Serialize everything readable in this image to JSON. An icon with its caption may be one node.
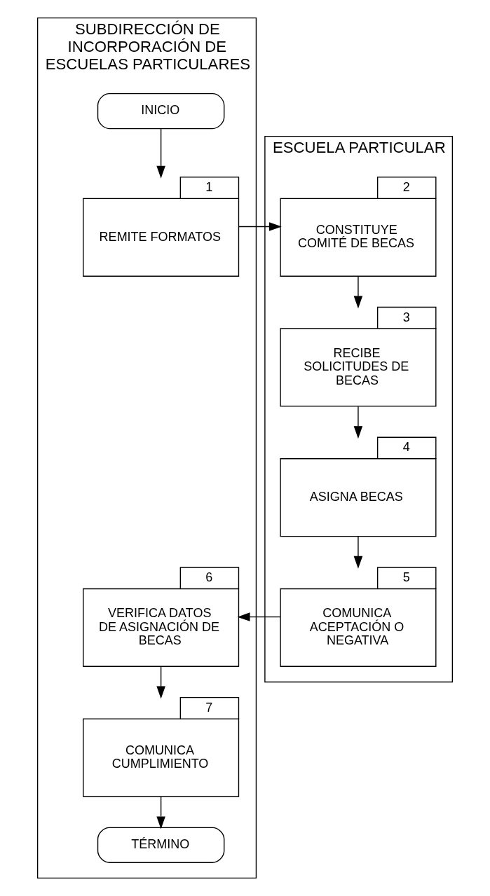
{
  "diagram": {
    "nodes": [
      {
        "text": [
          "SUBDIRECCIÓN DE INCORPORACIÓN DE ESCUELAS PARTICULARES"
        ]
      },
      {
        "text": [
          "ESCUELA PARTICULAR"
        ]
      },
      {
        "text": [
          "INICIO"
        ],
        "in": 0
      },
      {
        "text": [
          "REMITE FORMATOS"
        ],
        "in": 0,
        "beside": [
          "1"
        ]
      },
      {
        "text": [
          "CONSTITUYE COMITÉ DE BECAS"
        ],
        "in": 1,
        "beside": [
          "2"
        ]
      },
      {
        "text": [
          "RECIBE SOLICITUDES DE BECAS"
        ],
        "in": 1,
        "beside": [
          "3"
        ]
      },
      {
        "text": [
          "ASIGNA BECAS"
        ],
        "in": 1,
        "beside": [
          "4"
        ]
      },
      {
        "text": [
          "COMUNICA ACEPTACIÓN O NEGATIVA"
        ],
        "in": 1,
        "beside": [
          "5"
        ]
      },
      {
        "text": [
          "VERIFICA DATOS DE ASIGNACIÓN DE BECAS"
        ],
        "in": 0,
        "beside": [
          "6"
        ]
      },
      {
        "text": [
          "COMUNICA CUMPLIMIENTO"
        ],
        "in": 0,
        "beside": [
          "7"
        ]
      },
      {
        "text": [
          "TÉRMINO"
        ],
        "in": 0
      }
    ],
    "edges": [
      {
        "from": 2,
        "to": 3,
        "arrow": "to"
      },
      {
        "from": 3,
        "to": 4,
        "arrow": "to"
      },
      {
        "from": 4,
        "to": 5,
        "arrow": "to"
      },
      {
        "from": 5,
        "to": 6,
        "arrow": "to"
      },
      {
        "from": 6,
        "to": 7,
        "arrow": "to"
      },
      {
        "from": 7,
        "to": 8,
        "arrow": "to"
      },
      {
        "from": 8,
        "to": 9,
        "arrow": "to"
      },
      {
        "from": 9,
        "to": 10,
        "arrow": "to"
      }
    ]
  }
}
